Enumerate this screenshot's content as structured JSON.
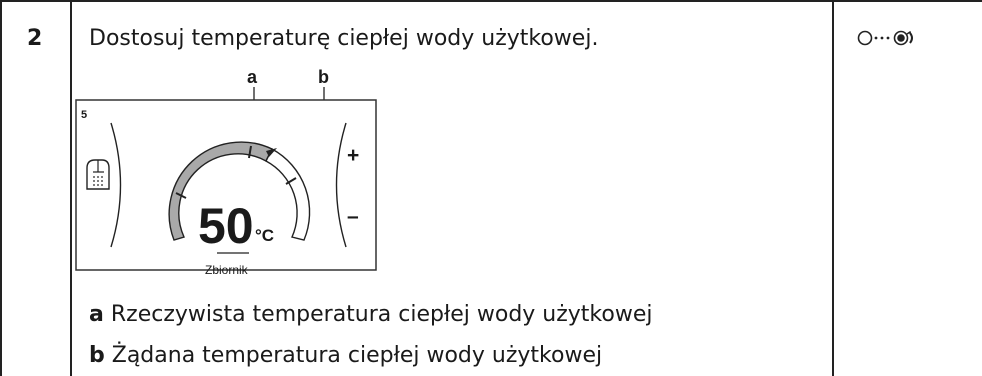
{
  "step": {
    "number": "2",
    "instruction": "Dostosuj temperaturę ciepłej wody użytkowej."
  },
  "figure": {
    "callout_a": "a",
    "callout_b": "b",
    "screen_number": "5",
    "temperature_value": "50",
    "temperature_unit": "°C",
    "location_label": "Zbiornik",
    "plus_label": "+",
    "minus_label": "–"
  },
  "legend": [
    {
      "key": "a",
      "text": "Rzeczywista temperatura ciepłej wody użytkowej"
    },
    {
      "key": "b",
      "text": "Żądana temperatura ciepłej wody użytkowej"
    }
  ],
  "action_icon": "rotary-knob-turn-icon"
}
